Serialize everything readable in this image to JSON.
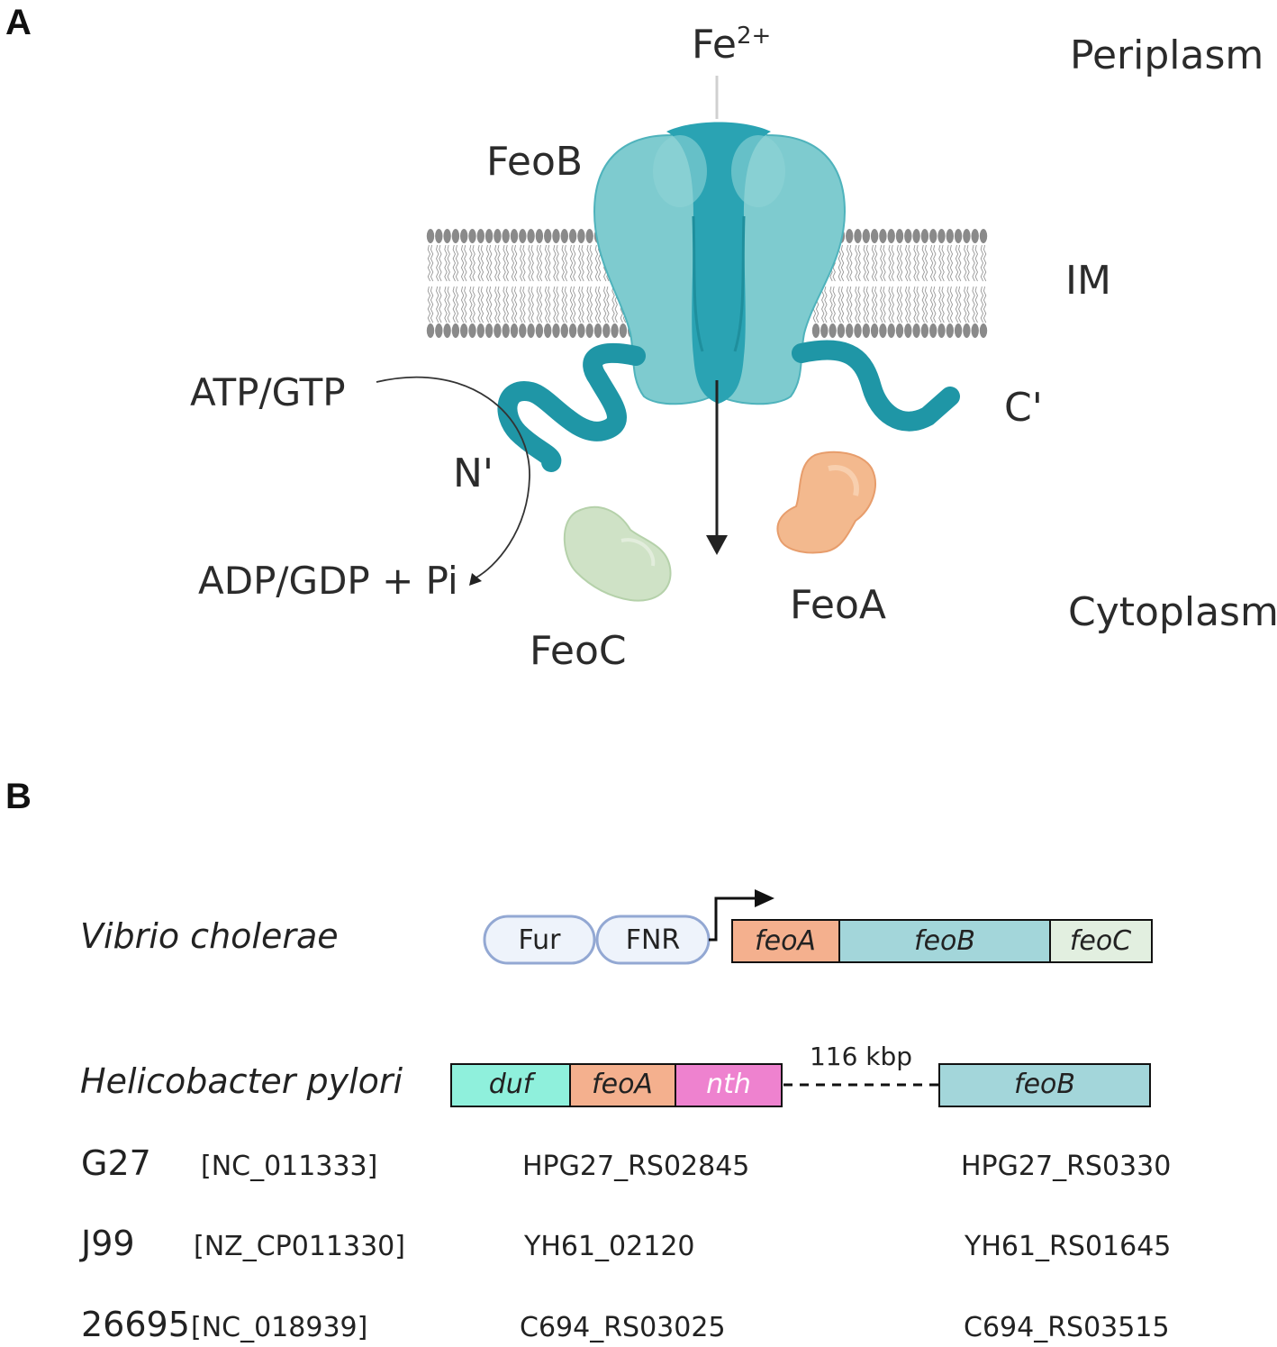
{
  "panel_a": {
    "letter": "A",
    "ion_base": "Fe",
    "ion_charge": "2+",
    "periplasm": "Periplasm",
    "membrane": "IM",
    "cytoplasm": "Cytoplasm",
    "feob": "FeoB",
    "feoa": "FeoA",
    "feoc": "FeoC",
    "n_term": "N'",
    "c_term": "C'",
    "atp": "ATP/GTP",
    "adp": "ADP/GDP + Pi",
    "colors": {
      "feob_light": "#7ecbcf",
      "feob_dark": "#2aa3b3",
      "tail": "#1f96a6",
      "feoa": "#f3b98e",
      "feoc": "#cfe2c6",
      "lipid": "#8a8a8a"
    }
  },
  "panel_b": {
    "letter": "B",
    "vibrio": {
      "species": "Vibrio cholerae",
      "regulators": [
        "Fur",
        "FNR"
      ],
      "genes": [
        "feoA",
        "feoB",
        "feoC"
      ]
    },
    "helico": {
      "species": "Helicobacter pylori",
      "genes": [
        "duf",
        "feoA",
        "nth"
      ],
      "gap": "116 kbp",
      "far_gene": "feoB"
    },
    "strains": [
      {
        "name": "G27",
        "accession": "[NC_011333]",
        "locus1": "HPG27_RS02845",
        "locus2": "HPG27_RS0330"
      },
      {
        "name": "J99",
        "accession": "[NZ_CP011330]",
        "locus1": "YH61_02120",
        "locus2": "YH61_RS01645"
      },
      {
        "name": "26695",
        "accession": "[NC_018939]",
        "locus1": "C694_RS03025",
        "locus2": "C694_RS03515"
      }
    ],
    "colors": {
      "feoA": "#f4b08e",
      "feoB": "#a3d6da",
      "feoC": "#e2efe0",
      "duf": "#8ff0dc",
      "nth": "#ee82cf",
      "regulator_fill": "#eef3fb",
      "regulator_stroke": "#93a8d3"
    }
  }
}
